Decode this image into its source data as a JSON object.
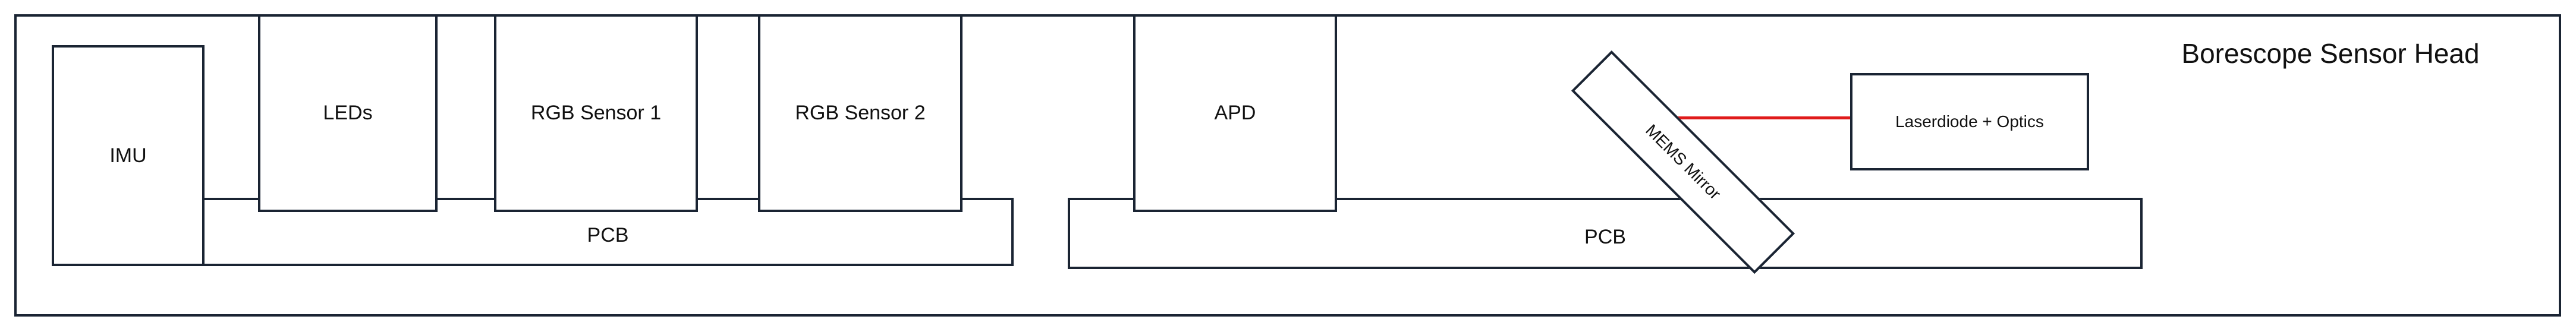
{
  "diagram": {
    "title": "Borescope Sensor Head",
    "components": {
      "imu": "IMU",
      "leds": "LEDs",
      "rgb_sensor_1": "RGB Sensor 1",
      "rgb_sensor_2": "RGB Sensor 2",
      "apd": "APD",
      "mems_mirror": "MEMS Mirror",
      "laserdiode_optics": "Laserdiode  + Optics",
      "pcb_left": "PCB",
      "pcb_right": "PCB"
    },
    "colors": {
      "outline": "#1a2433",
      "laser_beam": "#e01b1b",
      "background": "#ffffff"
    }
  }
}
